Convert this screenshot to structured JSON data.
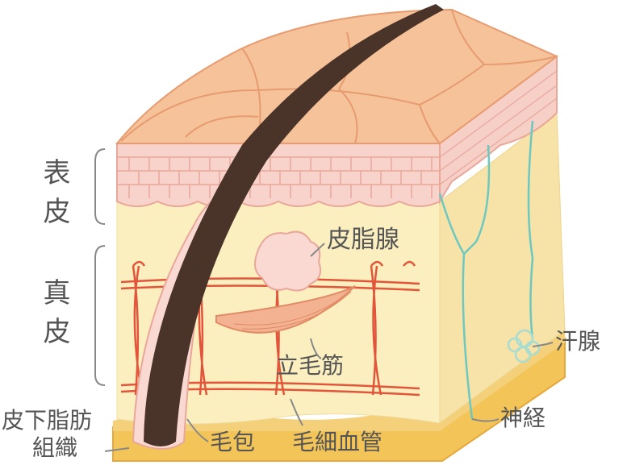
{
  "labels": {
    "epidermis": "表皮",
    "dermis": "真皮",
    "subcutaneous_line1": "皮下脂肪",
    "subcutaneous_line2": "組織",
    "sebaceous_gland": "皮脂腺",
    "arrector_pili": "立毛筋",
    "hair_follicle": "毛包",
    "capillary": "毛細血管",
    "nerve": "神経",
    "sweat_gland": "汗腺"
  },
  "colors": {
    "skin_surface": "#f5c29a",
    "epidermis_layer": "#f8d3cc",
    "dermis": "#fbefc0",
    "subcutaneous": "#f5c95a",
    "hair": "#4a3328",
    "capillary": "#e2553a",
    "nerve": "#6cc8c0",
    "label_text": "#555555"
  }
}
